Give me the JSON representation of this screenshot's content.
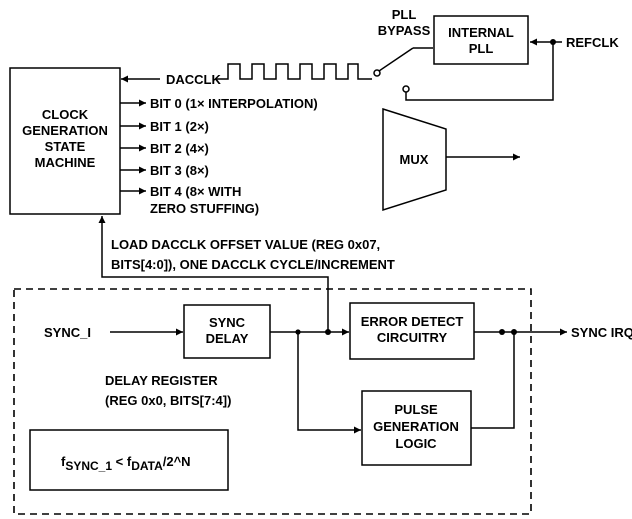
{
  "clock_gen": {
    "line1": "CLOCK",
    "line2": "GENERATION",
    "line3": "STATE",
    "line4": "MACHINE"
  },
  "dacclk_label": "DACCLK",
  "bits": [
    "BIT 0 (1× INTERPOLATION)",
    "BIT 1 (2×)",
    "BIT 2 (4×)",
    "BIT 3 (8×)",
    "BIT 4 (8× WITH",
    "ZERO STUFFING)"
  ],
  "pll_bypass": {
    "line1": "PLL",
    "line2": "BYPASS"
  },
  "internal_pll": {
    "line1": "INTERNAL",
    "line2": "PLL"
  },
  "refclk": "REFCLK",
  "mux": "MUX",
  "load_offset": {
    "line1": "LOAD DACCLK OFFSET VALUE (REG 0x07,",
    "line2": "BITS[4:0]), ONE DACCLK CYCLE/INCREMENT"
  },
  "sync_input": "SYNC_I",
  "sync_delay": {
    "line1": "SYNC",
    "line2": "DELAY"
  },
  "delay_register": {
    "line1": "DELAY REGISTER",
    "line2": "(REG 0x0, BITS[7:4])"
  },
  "error_detect": {
    "line1": "ERROR DETECT",
    "line2": "CIRCUITRY"
  },
  "pulse_gen": {
    "line1": "PULSE",
    "line2": "GENERATION",
    "line3": "LOGIC"
  },
  "sync_irq": "SYNC IRQ",
  "formula": {
    "f1": "f",
    "sub1": "SYNC_1",
    "mid": " < f",
    "sub2": "DATA",
    "tail": "/2^N"
  }
}
